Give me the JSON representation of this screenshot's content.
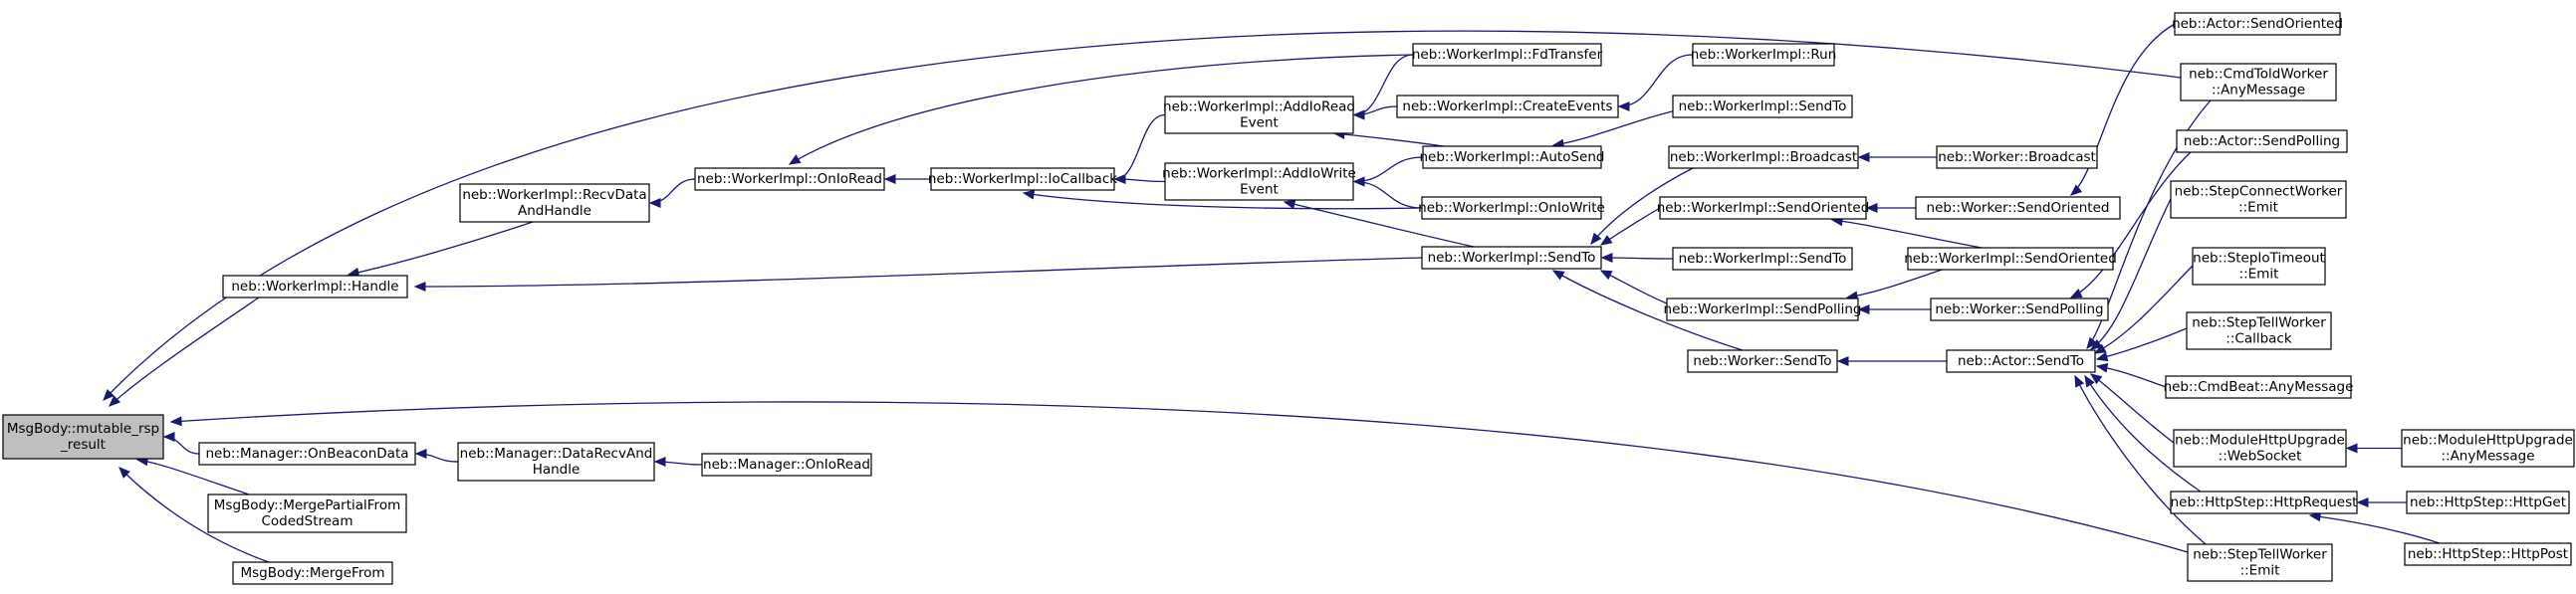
{
  "diagram": {
    "type": "call-graph",
    "nodes": [
      {
        "id": "root",
        "lines": [
          "MsgBody::mutable_rsp",
          "_result"
        ],
        "root": true
      },
      {
        "id": "wi_handle",
        "lines": [
          "neb::WorkerImpl::Handle"
        ]
      },
      {
        "id": "mgr_onbeacon",
        "lines": [
          "neb::Manager::OnBeaconData"
        ]
      },
      {
        "id": "merge_partial",
        "lines": [
          "MsgBody::MergePartialFrom",
          "CodedStream"
        ]
      },
      {
        "id": "merge_from",
        "lines": [
          "MsgBody::MergeFrom"
        ]
      },
      {
        "id": "wi_recvdata",
        "lines": [
          "neb::WorkerImpl::RecvData",
          "AndHandle"
        ]
      },
      {
        "id": "mgr_datarecv",
        "lines": [
          "neb::Manager::DataRecvAnd",
          "Handle"
        ]
      },
      {
        "id": "mgr_onioread",
        "lines": [
          "neb::Manager::OnIoRead"
        ]
      },
      {
        "id": "wi_onioread",
        "lines": [
          "neb::WorkerImpl::OnIoRead"
        ]
      },
      {
        "id": "wi_iocallback",
        "lines": [
          "neb::WorkerImpl::IoCallback"
        ]
      },
      {
        "id": "wi_addioread",
        "lines": [
          "neb::WorkerImpl::AddIoRead",
          "Event"
        ]
      },
      {
        "id": "wi_addiowrite",
        "lines": [
          "neb::WorkerImpl::AddIoWrite",
          "Event"
        ]
      },
      {
        "id": "wi_fdtransfer",
        "lines": [
          "neb::WorkerImpl::FdTransfer"
        ]
      },
      {
        "id": "wi_createevents",
        "lines": [
          "neb::WorkerImpl::CreateEvents"
        ]
      },
      {
        "id": "wi_autosend",
        "lines": [
          "neb::WorkerImpl::AutoSend"
        ]
      },
      {
        "id": "wi_oniowrite",
        "lines": [
          "neb::WorkerImpl::OnIoWrite"
        ]
      },
      {
        "id": "wi_sendto_main",
        "lines": [
          "neb::WorkerImpl::SendTo"
        ]
      },
      {
        "id": "wi_run",
        "lines": [
          "neb::WorkerImpl::Run"
        ]
      },
      {
        "id": "wi_sendto_a",
        "lines": [
          "neb::WorkerImpl::SendTo"
        ]
      },
      {
        "id": "wi_broadcast",
        "lines": [
          "neb::WorkerImpl::Broadcast"
        ]
      },
      {
        "id": "wi_sendoriented",
        "lines": [
          "neb::WorkerImpl::SendOriented"
        ]
      },
      {
        "id": "wi_sendto_b",
        "lines": [
          "neb::WorkerImpl::SendTo"
        ]
      },
      {
        "id": "wi_sendpolling",
        "lines": [
          "neb::WorkerImpl::SendPolling"
        ]
      },
      {
        "id": "w_sendto",
        "lines": [
          "neb::Worker::SendTo"
        ]
      },
      {
        "id": "w_broadcast",
        "lines": [
          "neb::Worker::Broadcast"
        ]
      },
      {
        "id": "w_sendoriented",
        "lines": [
          "neb::Worker::SendOriented"
        ]
      },
      {
        "id": "wi_sendoriented2",
        "lines": [
          "neb::WorkerImpl::SendOriented"
        ]
      },
      {
        "id": "w_sendpolling",
        "lines": [
          "neb::Worker::SendPolling"
        ]
      },
      {
        "id": "actor_sendto",
        "lines": [
          "neb::Actor::SendTo"
        ]
      },
      {
        "id": "actor_sendoriented",
        "lines": [
          "neb::Actor::SendOriented"
        ]
      },
      {
        "id": "cmdtold",
        "lines": [
          "neb::CmdToldWorker",
          "::AnyMessage"
        ]
      },
      {
        "id": "actor_sendpolling",
        "lines": [
          "neb::Actor::SendPolling"
        ]
      },
      {
        "id": "stepconnect",
        "lines": [
          "neb::StepConnectWorker",
          "::Emit"
        ]
      },
      {
        "id": "stepiotimeout",
        "lines": [
          "neb::StepIoTimeout",
          "::Emit"
        ]
      },
      {
        "id": "steptell_cb",
        "lines": [
          "neb::StepTellWorker",
          "::Callback"
        ]
      },
      {
        "id": "cmdbeat",
        "lines": [
          "neb::CmdBeat::AnyMessage"
        ]
      },
      {
        "id": "modhttp_ws",
        "lines": [
          "neb::ModuleHttpUpgrade",
          "::WebSocket"
        ]
      },
      {
        "id": "modhttp_any",
        "lines": [
          "neb::ModuleHttpUpgrade",
          "::AnyMessage"
        ]
      },
      {
        "id": "httpstep_req",
        "lines": [
          "neb::HttpStep::HttpRequest"
        ]
      },
      {
        "id": "httpstep_get",
        "lines": [
          "neb::HttpStep::HttpGet"
        ]
      },
      {
        "id": "httpstep_post",
        "lines": [
          "neb::HttpStep::HttpPost"
        ]
      },
      {
        "id": "steptell_emit",
        "lines": [
          "neb::StepTellWorker",
          "::Emit"
        ]
      }
    ],
    "edges": [
      {
        "from": "wi_handle",
        "to": "root"
      },
      {
        "from": "mgr_onbeacon",
        "to": "root"
      },
      {
        "from": "merge_partial",
        "to": "root"
      },
      {
        "from": "merge_from",
        "to": "root"
      },
      {
        "from": "cmdtold",
        "to": "root"
      },
      {
        "from": "steptell_emit",
        "to": "root"
      },
      {
        "from": "wi_recvdata",
        "to": "wi_handle"
      },
      {
        "from": "wi_sendto_main",
        "to": "wi_handle"
      },
      {
        "from": "mgr_datarecv",
        "to": "mgr_onbeacon"
      },
      {
        "from": "mgr_onioread",
        "to": "mgr_datarecv"
      },
      {
        "from": "wi_onioread",
        "to": "wi_recvdata"
      },
      {
        "from": "wi_iocallback",
        "to": "wi_onioread"
      },
      {
        "from": "wi_fdtransfer",
        "to": "wi_onioread"
      },
      {
        "from": "wi_addioread",
        "to": "wi_iocallback"
      },
      {
        "from": "wi_addiowrite",
        "to": "wi_iocallback"
      },
      {
        "from": "wi_oniowrite",
        "to": "wi_iocallback"
      },
      {
        "from": "wi_fdtransfer",
        "to": "wi_addioread"
      },
      {
        "from": "wi_createevents",
        "to": "wi_addioread"
      },
      {
        "from": "wi_autosend",
        "to": "wi_addioread"
      },
      {
        "from": "wi_autosend",
        "to": "wi_addiowrite"
      },
      {
        "from": "wi_oniowrite",
        "to": "wi_addiowrite"
      },
      {
        "from": "wi_sendto_main",
        "to": "wi_addiowrite"
      },
      {
        "from": "wi_run",
        "to": "wi_createevents"
      },
      {
        "from": "wi_sendto_a",
        "to": "wi_autosend"
      },
      {
        "from": "wi_broadcast",
        "to": "wi_sendto_main"
      },
      {
        "from": "wi_sendoriented",
        "to": "wi_sendto_main"
      },
      {
        "from": "wi_sendto_b",
        "to": "wi_sendto_main"
      },
      {
        "from": "wi_sendpolling",
        "to": "wi_sendto_main"
      },
      {
        "from": "w_sendto",
        "to": "wi_sendto_main"
      },
      {
        "from": "w_broadcast",
        "to": "wi_broadcast"
      },
      {
        "from": "w_sendoriented",
        "to": "wi_sendoriented"
      },
      {
        "from": "wi_sendoriented2",
        "to": "wi_sendoriented"
      },
      {
        "from": "wi_sendoriented2",
        "to": "wi_sendpolling"
      },
      {
        "from": "w_sendpolling",
        "to": "wi_sendpolling"
      },
      {
        "from": "actor_sendto",
        "to": "w_sendto"
      },
      {
        "from": "actor_sendoriented",
        "to": "w_sendoriented"
      },
      {
        "from": "actor_sendpolling",
        "to": "w_sendpolling"
      },
      {
        "from": "cmdtold",
        "to": "actor_sendto"
      },
      {
        "from": "stepconnect",
        "to": "actor_sendto"
      },
      {
        "from": "stepiotimeout",
        "to": "actor_sendto"
      },
      {
        "from": "steptell_cb",
        "to": "actor_sendto"
      },
      {
        "from": "cmdbeat",
        "to": "actor_sendto"
      },
      {
        "from": "modhttp_ws",
        "to": "actor_sendto"
      },
      {
        "from": "httpstep_req",
        "to": "actor_sendto"
      },
      {
        "from": "steptell_emit",
        "to": "actor_sendto"
      },
      {
        "from": "modhttp_any",
        "to": "modhttp_ws"
      },
      {
        "from": "httpstep_get",
        "to": "httpstep_req"
      },
      {
        "from": "httpstep_post",
        "to": "httpstep_req"
      }
    ]
  }
}
